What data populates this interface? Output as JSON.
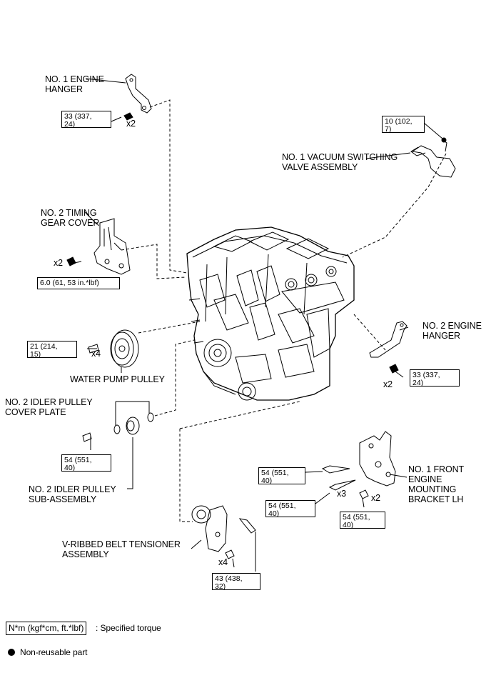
{
  "parts": {
    "no1_engine_hanger": [
      "NO. 1 ENGINE",
      "HANGER"
    ],
    "no1_vsv": [
      "NO. 1 VACUUM SWITCHING",
      "VALVE ASSEMBLY"
    ],
    "no2_timing_gear_cover": [
      "NO. 2 TIMING",
      "GEAR COVER"
    ],
    "no2_engine_hanger": [
      "NO. 2 ENGINE",
      "HANGER"
    ],
    "water_pump_pulley": "WATER PUMP PULLEY",
    "no2_idler_cover_plate": [
      "NO. 2 IDLER PULLEY",
      "COVER PLATE"
    ],
    "no2_idler_sub_assy": [
      "NO. 2 IDLER PULLEY",
      "SUB-ASSEMBLY"
    ],
    "no1_front_mount_bracket": [
      "NO. 1 FRONT",
      "ENGINE",
      "MOUNTING",
      "BRACKET LH"
    ],
    "tensioner": [
      "V-RIBBED BELT TENSIONER",
      "ASSEMBLY"
    ]
  },
  "torques": {
    "hanger1": "33 (337,\n24)",
    "vsv": "10 (102,\n7)",
    "timing_cover": "6.0 (61, 53 in.*lbf)",
    "water_pump": "21 (214,\n15)",
    "hanger2": "33 (337,\n24)",
    "idler": "54 (551,\n40)",
    "bracket_a": "54 (551,\n40)",
    "bracket_b": "54 (551,\n40)",
    "bracket_c": "54 (551,\n40)",
    "tensioner": "43 (438,\n32)"
  },
  "quantities": {
    "hanger1": "x2",
    "timing_cover": "x2",
    "water_pump": "x4",
    "hanger2": "x2",
    "bracket_b": "x3",
    "bracket_c": "x2",
    "tensioner": "x4"
  },
  "legend": {
    "torque_unit_box": "N*m (kgf*cm, ft.*lbf)",
    "torque_desc": ": Specified torque",
    "non_reusable_desc": "Non-reusable part"
  }
}
